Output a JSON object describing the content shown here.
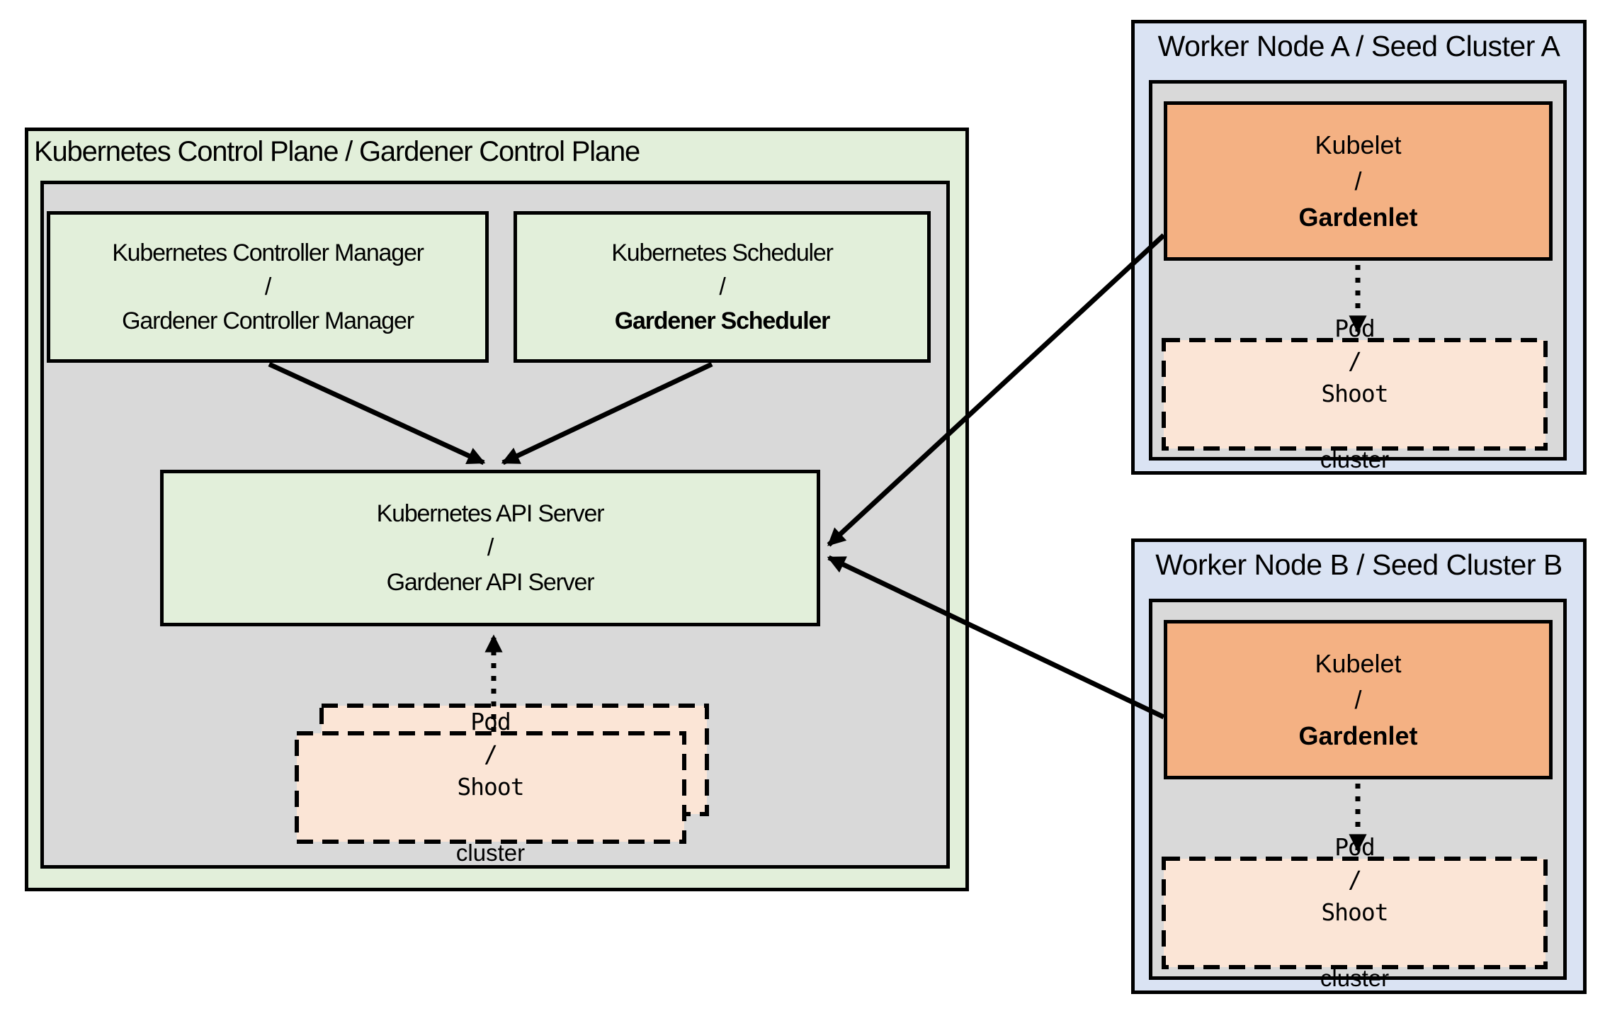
{
  "diagram": {
    "control_plane": {
      "title": "Kubernetes Control Plane / Gardener Control Plane",
      "controller_manager": {
        "line1": "Kubernetes Controller Manager",
        "separator": "/",
        "line2": "Gardener Controller Manager"
      },
      "scheduler": {
        "line1": "Kubernetes Scheduler",
        "separator": "/",
        "line2": "Gardener Scheduler"
      },
      "api_server": {
        "line1": "Kubernetes API Server",
        "separator": "/",
        "line2": "Gardener API Server"
      },
      "pod": {
        "line1": "Pod",
        "separator": "/",
        "line2_mono": "Shoot",
        "line2_sans": "cluster"
      }
    },
    "worker_nodes": [
      {
        "title": "Worker Node A / Seed Cluster A",
        "kubelet": {
          "line1": "Kubelet",
          "separator": "/",
          "line2": "Gardenlet"
        },
        "pod": {
          "line1": "Pod",
          "separator": "/",
          "line2_mono": "Shoot",
          "line2_sans": "cluster"
        }
      },
      {
        "title": "Worker Node B / Seed Cluster B",
        "kubelet": {
          "line1": "Kubelet",
          "separator": "/",
          "line2": "Gardenlet"
        },
        "pod": {
          "line1": "Pod",
          "separator": "/",
          "line2_mono": "Shoot",
          "line2_sans": "cluster"
        }
      }
    ],
    "colors": {
      "light_green": "#e2efda",
      "gray": "#d9d9d9",
      "orange": "#f4b183",
      "peach": "#fbe5d6",
      "light_blue": "#dae3f3",
      "line": "#000000"
    }
  }
}
